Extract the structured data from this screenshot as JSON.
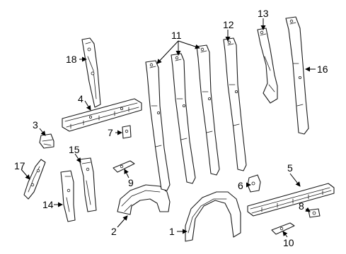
{
  "callouts": {
    "c1": "1",
    "c2": "2",
    "c3": "3",
    "c4": "4",
    "c5": "5",
    "c6": "6",
    "c7": "7",
    "c8": "8",
    "c9": "9",
    "c10": "10",
    "c11": "11",
    "c12": "12",
    "c13": "13",
    "c14": "14",
    "c15": "15",
    "c16": "16",
    "c17": "17",
    "c18": "18"
  },
  "colors": {
    "line": "#1a1a1a",
    "background": "#ffffff",
    "text": "#000000"
  }
}
